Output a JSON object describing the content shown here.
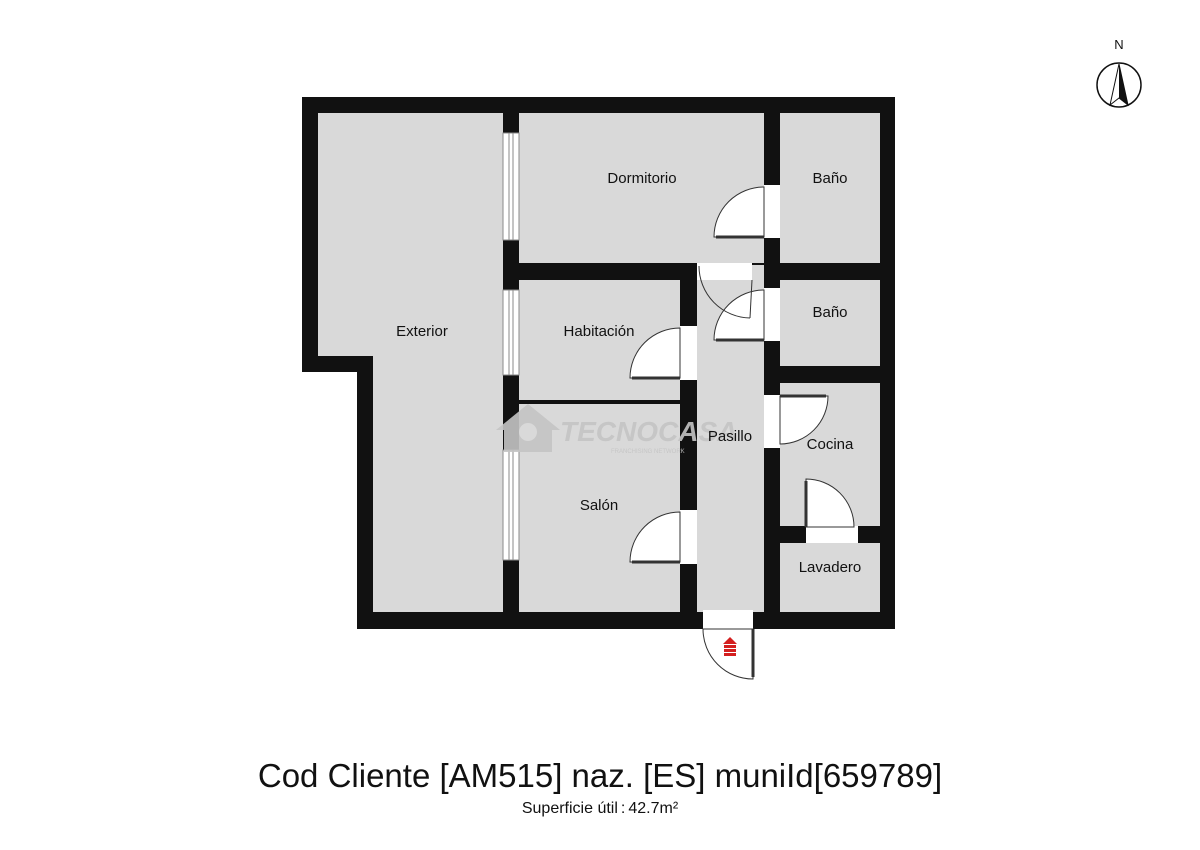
{
  "compass": {
    "label": "N"
  },
  "watermark": {
    "brand": "TECNOCASA",
    "tagline": "FRANCHISING NETWORK"
  },
  "rooms": {
    "exterior": "Exterior",
    "dormitorio": "Dormitorio",
    "bano_1": "Baño",
    "bano_2": "Baño",
    "habitacion": "Habitación",
    "pasillo": "Pasillo",
    "cocina": "Cocina",
    "salon": "Salón",
    "lavadero": "Lavadero"
  },
  "footer": {
    "title": "Cod Cliente [AM515] naz. [ES] muniId[659789]",
    "surface_label": "Superficie útil",
    "surface_value": "42.7m²"
  },
  "colors": {
    "wall": "#111111",
    "floor": "#d9d9d9",
    "watermark": "#c4c4c4",
    "entrance_marker": "#d41f1f"
  }
}
